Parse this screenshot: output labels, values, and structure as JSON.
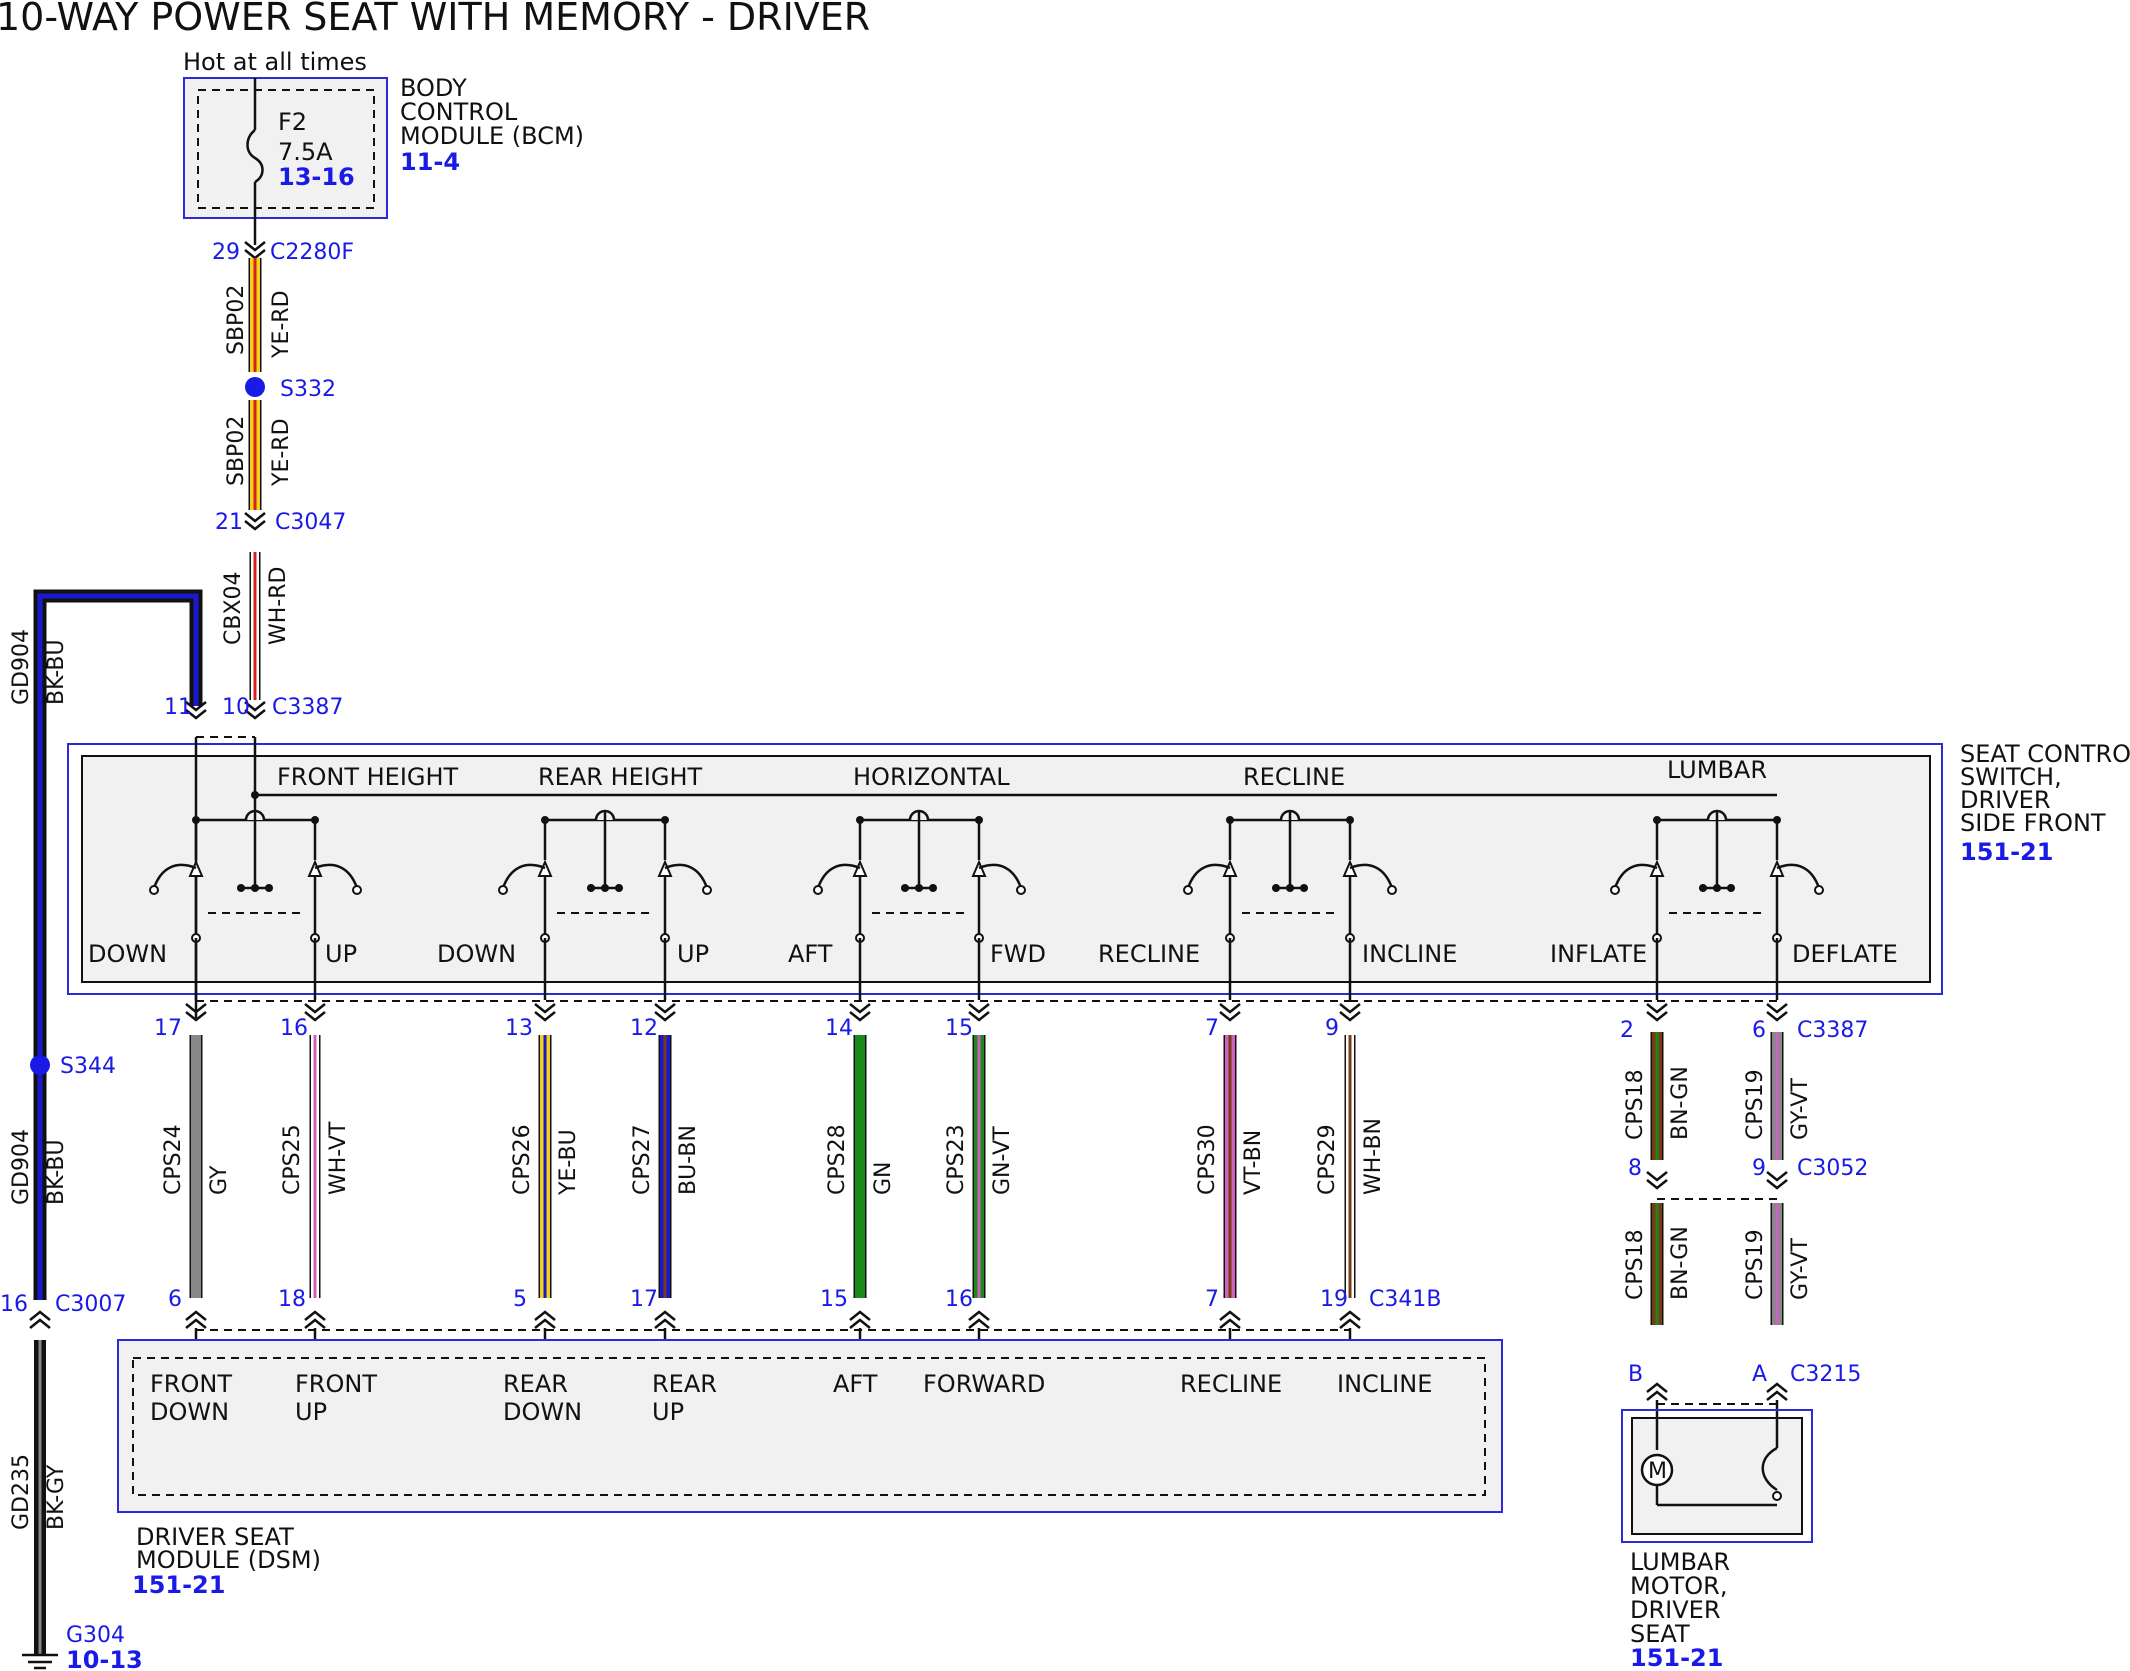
{
  "title": "10-WAY POWER SEAT WITH MEMORY - DRIVER",
  "hot_at_all_times": "Hot at all times",
  "colors": {
    "ref_blue": "#1a1ae6",
    "box_border": "#2b2bd9",
    "box_fill": "#f1f1f1",
    "ye": "#f2d21c",
    "rd": "#d92020",
    "wh": "#ffffff",
    "bk": "#111111",
    "bu": "#1a1acc",
    "gy": "#888888",
    "gn": "#1a8a1a",
    "vt": "#d060c0",
    "bn": "#7a3b14"
  },
  "bcm": {
    "name_lines": [
      "BODY",
      "CONTROL",
      "MODULE (BCM)"
    ],
    "ref": "11-4",
    "fuse_name": "F2",
    "fuse_rating": "7.5A",
    "fuse_ref": "13-16"
  },
  "feed": {
    "pin_top": "29",
    "conn_top": "C2280F",
    "circuit1": "SBP02",
    "color1": "YE-RD",
    "splice": "S332",
    "circuit2": "SBP02",
    "color2": "YE-RD",
    "pin_mid": "21",
    "conn_mid": "C3047",
    "circuit3": "CBX04",
    "color3": "WH-RD",
    "pin_switch_pwr": "10",
    "pin_switch_gnd": "11",
    "conn_switch": "C3387"
  },
  "ground": {
    "circuit_upper": "GD904",
    "color_upper": "BK-BU",
    "splice": "S344",
    "circuit_mid": "GD904",
    "color_mid": "BK-BU",
    "pin": "16",
    "conn": "C3007",
    "circuit_lower": "GD235",
    "color_lower": "BK-GY",
    "ground_name": "G304",
    "ground_ref": "10-13"
  },
  "switch": {
    "name_lines": [
      "SEAT CONTROL",
      "SWITCH,",
      "DRIVER",
      "SIDE FRONT"
    ],
    "ref": "151-21",
    "groups": [
      {
        "name": "FRONT HEIGHT",
        "left": "DOWN",
        "right": "UP"
      },
      {
        "name": "REAR HEIGHT",
        "left": "DOWN",
        "right": "UP"
      },
      {
        "name": "HORIZONTAL",
        "left": "AFT",
        "right": "FWD"
      },
      {
        "name": "RECLINE",
        "left": "RECLINE",
        "right": "INCLINE"
      },
      {
        "name": "LUMBAR",
        "left": "INFLATE",
        "right": "DEFLATE"
      }
    ]
  },
  "seat_wires": [
    {
      "pin_top": "17",
      "circuit": "CPS24",
      "color": "GY",
      "pin_bottom": "6"
    },
    {
      "pin_top": "16",
      "circuit": "CPS25",
      "color": "WH-VT",
      "pin_bottom": "18"
    },
    {
      "pin_top": "13",
      "circuit": "CPS26",
      "color": "YE-BU",
      "pin_bottom": "5"
    },
    {
      "pin_top": "12",
      "circuit": "CPS27",
      "color": "BU-BN",
      "pin_bottom": "17"
    },
    {
      "pin_top": "14",
      "circuit": "CPS28",
      "color": "GN",
      "pin_bottom": "15"
    },
    {
      "pin_top": "15",
      "circuit": "CPS23",
      "color": "GN-VT",
      "pin_bottom": "16"
    },
    {
      "pin_top": "7",
      "circuit": "CPS30",
      "color": "VT-BN",
      "pin_bottom": "7"
    },
    {
      "pin_top": "9",
      "circuit": "CPS29",
      "color": "WH-BN",
      "pin_bottom": "19"
    }
  ],
  "dsm_conn": "C341B",
  "dsm": {
    "name_lines": [
      "DRIVER SEAT",
      "MODULE (DSM)"
    ],
    "ref": "151-21",
    "inputs": [
      [
        "FRONT",
        "DOWN"
      ],
      [
        "FRONT",
        "UP"
      ],
      [
        "REAR",
        "DOWN"
      ],
      [
        "REAR",
        "UP"
      ],
      [
        "AFT"
      ],
      [
        "FORWARD"
      ],
      [
        "RECLINE"
      ],
      [
        "INCLINE"
      ]
    ]
  },
  "lumbar": {
    "top_conn": "C3387",
    "mid_conn": "C3052",
    "bottom_conn": "C3215",
    "wires": [
      {
        "pin_top": "2",
        "circuit": "CPS18",
        "color": "BN-GN",
        "pin_mid": "8",
        "circuit2": "CPS18",
        "color2": "BN-GN",
        "pin_bottom": "B"
      },
      {
        "pin_top": "6",
        "circuit": "CPS19",
        "color": "GY-VT",
        "pin_mid": "9",
        "circuit2": "CPS19",
        "color2": "GY-VT",
        "pin_bottom": "A"
      }
    ],
    "motor_symbol": "M",
    "name_lines": [
      "LUMBAR",
      "MOTOR,",
      "DRIVER",
      "SEAT"
    ],
    "ref": "151-21"
  }
}
